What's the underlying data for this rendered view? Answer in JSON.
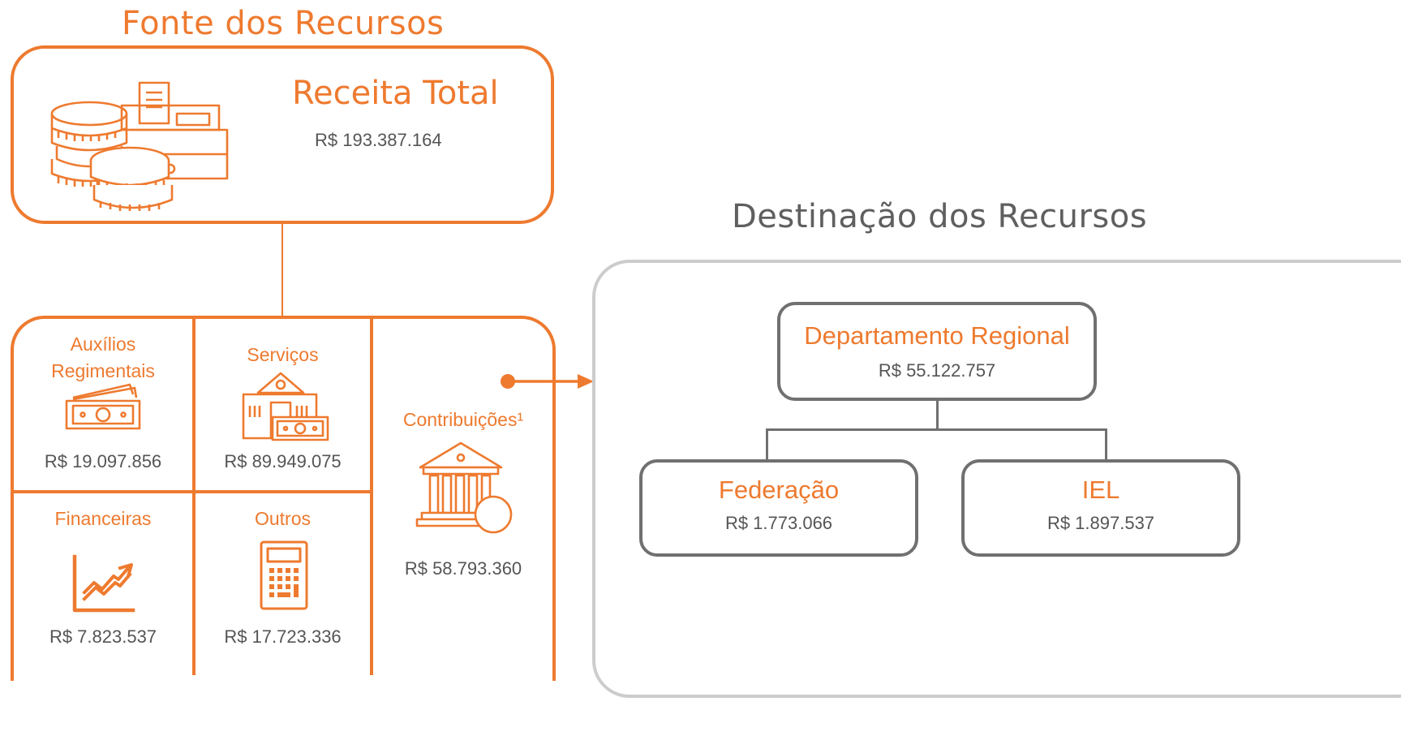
{
  "fonte": {
    "title": "Fonte dos Recursos",
    "receita": {
      "label": "Receita Total",
      "value": "R$ 193.387.164"
    },
    "cells": {
      "auxilios": {
        "label_line1": "Auxílios",
        "label_line2": "Regimentais",
        "value": "R$ 19.097.856",
        "icon": "money-bills-icon"
      },
      "servicos": {
        "label": "Serviços",
        "value": "R$ 89.949.075",
        "icon": "building-money-icon"
      },
      "contribuicoes": {
        "label": "Contribuições¹",
        "value": "R$ 58.793.360",
        "icon": "bank-coin-icon"
      },
      "financeiras": {
        "label": "Financeiras",
        "value": "R$ 7.823.537",
        "icon": "chart-trend-icon"
      },
      "outros": {
        "label": "Outros",
        "value": "R$ 17.723.336",
        "icon": "calculator-icon"
      }
    }
  },
  "destinacao": {
    "title": "Destinação dos Recursos",
    "departamento": {
      "label": "Departamento Regional",
      "value": "R$ 55.122.757"
    },
    "federacao": {
      "label": "Federação",
      "value": "R$ 1.773.066"
    },
    "iel": {
      "label": "IEL",
      "value": "R$ 1.897.537"
    }
  },
  "colors": {
    "accent": "#EE7A2F",
    "box_gray": "#707070",
    "panel_gray": "#cccccc",
    "text_gray": "#555555"
  }
}
